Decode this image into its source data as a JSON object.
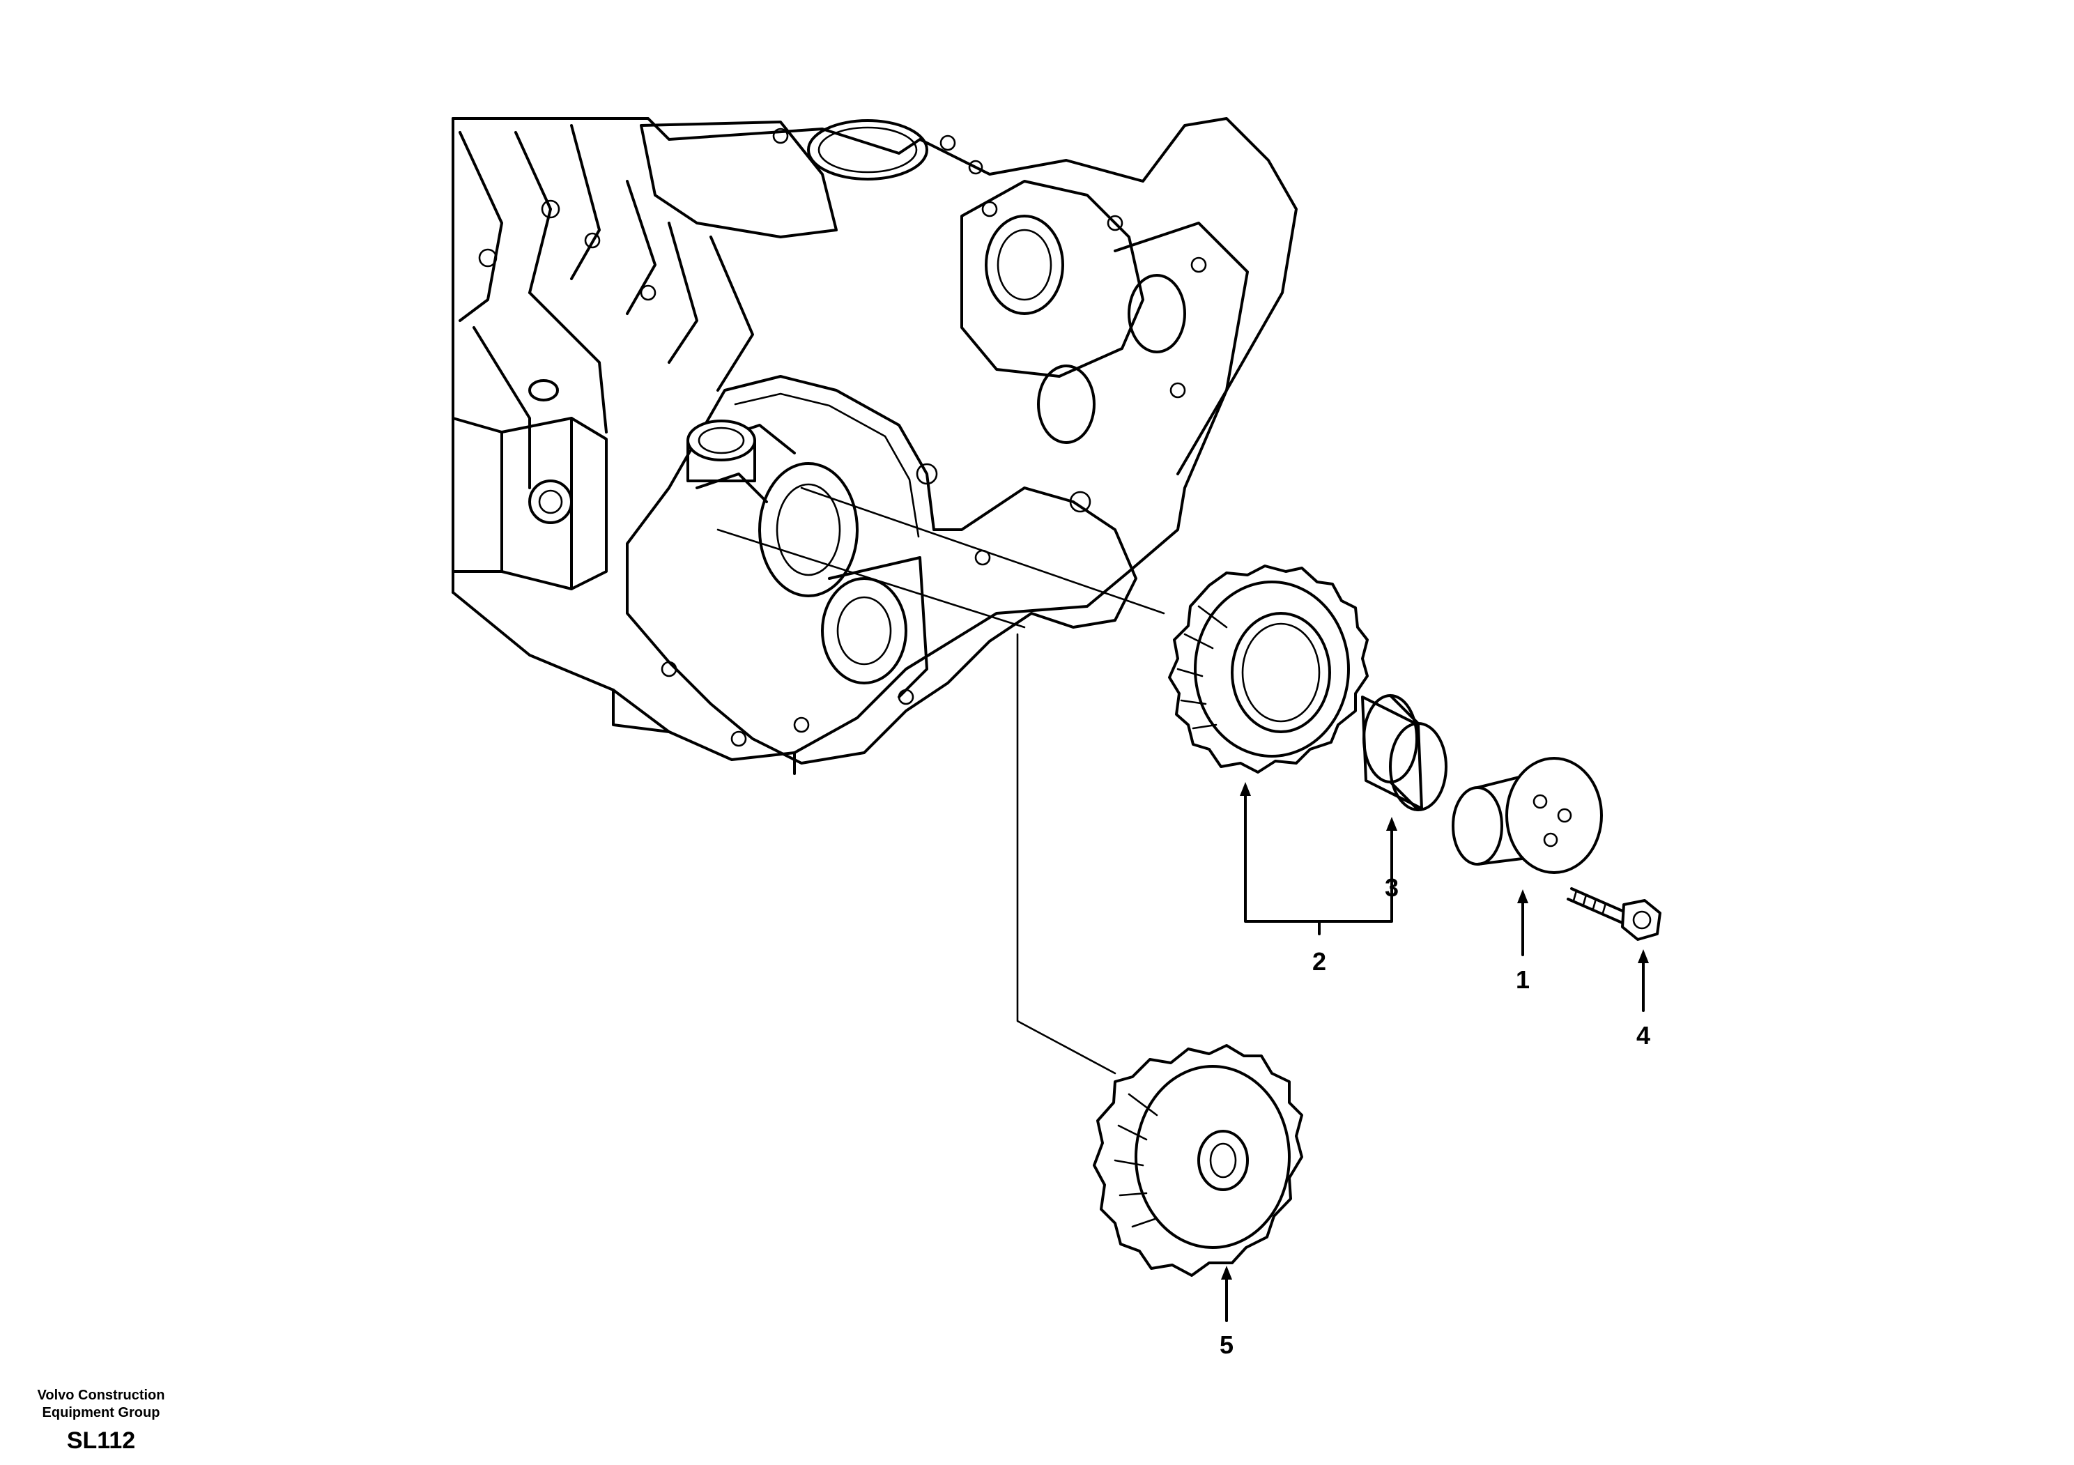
{
  "drawing": {
    "callouts": [
      {
        "id": "1",
        "label": "1"
      },
      {
        "id": "2",
        "label": "2"
      },
      {
        "id": "3",
        "label": "3"
      },
      {
        "id": "4",
        "label": "4"
      },
      {
        "id": "5",
        "label": "5"
      }
    ]
  },
  "footer": {
    "company_line1": "Volvo Construction",
    "company_line2": "Equipment Group",
    "code": "SL112"
  }
}
